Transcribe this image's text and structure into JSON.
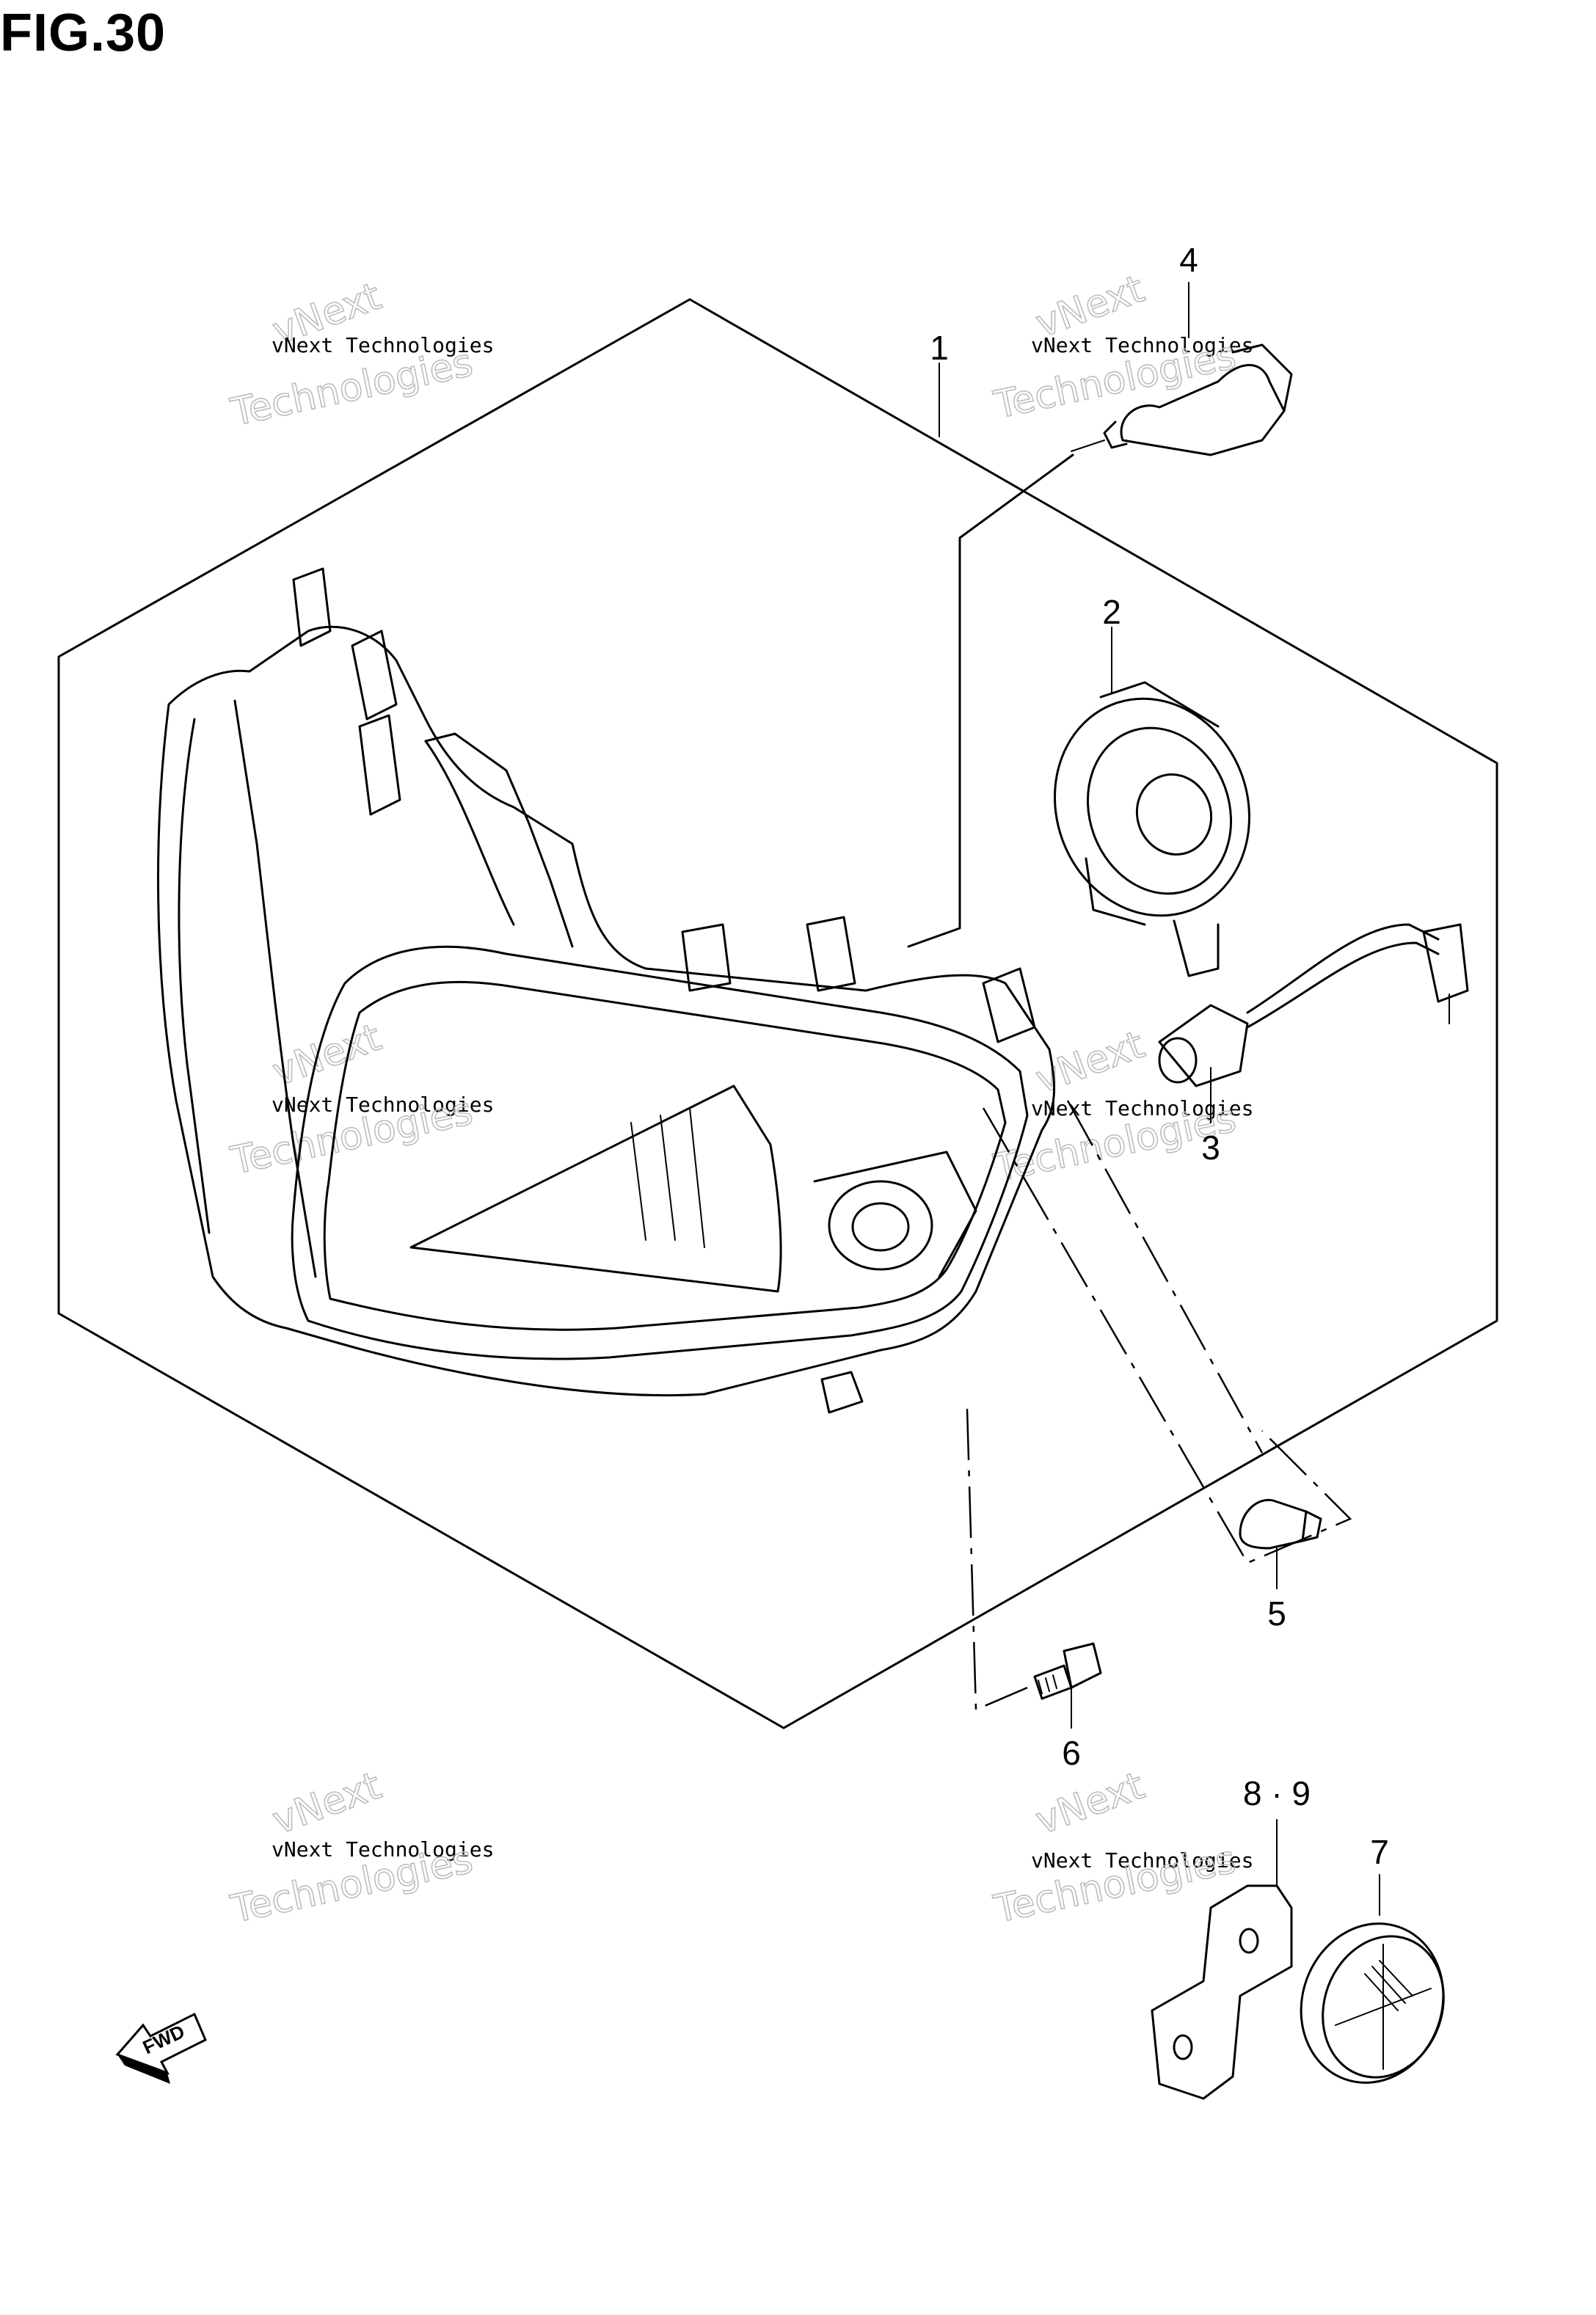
{
  "figure": {
    "title": "FIG.30"
  },
  "callouts": [
    "1",
    "2",
    "3",
    "4",
    "5",
    "6",
    "8 · 9",
    "7"
  ],
  "watermark": {
    "line1": "vNext",
    "line2": "vNext Technologies",
    "line3": "Technologies"
  },
  "direction_arrow": {
    "label": "FWD",
    "icon": "fwd-arrow-icon"
  }
}
